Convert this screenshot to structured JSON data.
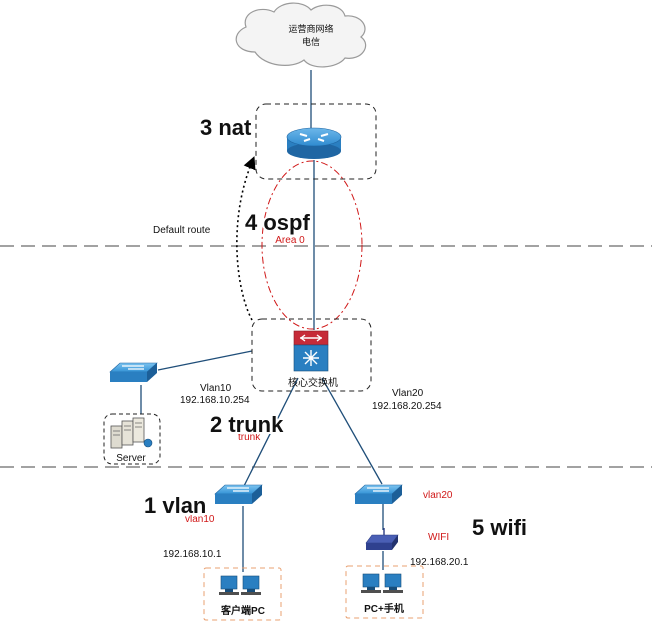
{
  "cloud": {
    "line1": "运营商网络",
    "line2": "电信"
  },
  "steps": {
    "nat": "3 nat",
    "ospf": "4 ospf",
    "trunk": "2 trunk",
    "vlan": "1 vlan",
    "wifi": "5 wifi"
  },
  "labels": {
    "default_route": "Default route",
    "area0": "Area 0",
    "core_switch": "核心交换机",
    "server": "Server",
    "vlan10_name": "Vlan10",
    "vlan10_ip": "192.168.10.254",
    "vlan20_name": "Vlan20",
    "vlan20_ip": "192.168.20.254",
    "trunk_small": "trunk",
    "vlan10_small": "vlan10",
    "vlan20_small": "vlan20",
    "wifi_small": "WIFI",
    "left_gw": "192.168.10.1",
    "right_gw": "192.168.20.1",
    "client_pc": "客户端PC",
    "pc_phone": "PC+手机"
  },
  "colors": {
    "line": "#1f4e79",
    "accent_red": "#d01818",
    "device_blue": "#2a7fc1",
    "core_red": "#c62b38",
    "box_orange": "#e8a070"
  }
}
